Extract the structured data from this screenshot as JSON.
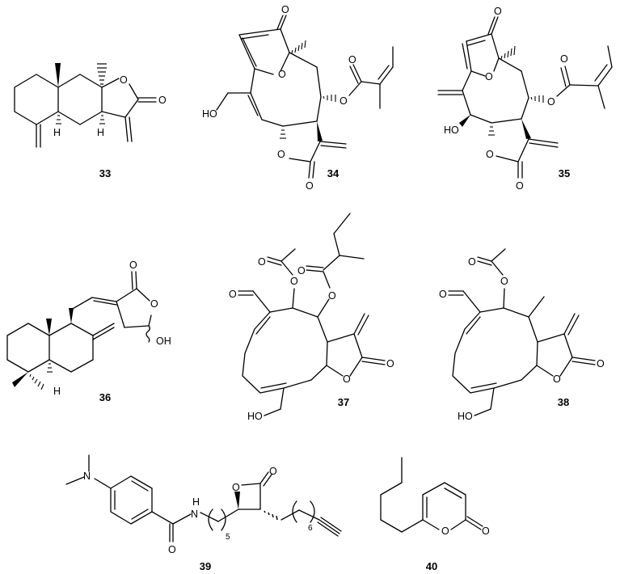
{
  "figure": {
    "description": "Chemical structures of compounds 33–40",
    "compounds": [
      {
        "id": "33",
        "label": "33",
        "atoms": [
          "O",
          "O",
          "H",
          "H"
        ]
      },
      {
        "id": "34",
        "label": "34",
        "atoms": [
          "O",
          "O",
          "O",
          "O",
          "O",
          "O",
          "HO"
        ]
      },
      {
        "id": "35",
        "label": "35",
        "atoms": [
          "O",
          "O",
          "O",
          "O",
          "O",
          "O",
          "HO"
        ]
      },
      {
        "id": "36",
        "label": "36",
        "atoms": [
          "O",
          "O",
          "OH",
          "H"
        ]
      },
      {
        "id": "37",
        "label": "37",
        "atoms": [
          "O",
          "O",
          "O",
          "O",
          "O",
          "O",
          "O",
          "HO"
        ]
      },
      {
        "id": "38",
        "label": "38",
        "atoms": [
          "O",
          "O",
          "O",
          "O",
          "O",
          "HO"
        ]
      },
      {
        "id": "39",
        "label": "39",
        "atoms": [
          "N",
          "H",
          "O",
          "O",
          "O"
        ],
        "repeat_units": [
          "5",
          "6"
        ]
      },
      {
        "id": "40",
        "label": "40",
        "atoms": [
          "O",
          "O"
        ]
      }
    ]
  },
  "atom": {
    "O": "O",
    "HO": "HO",
    "OH": "OH",
    "H": "H",
    "N": "N"
  }
}
